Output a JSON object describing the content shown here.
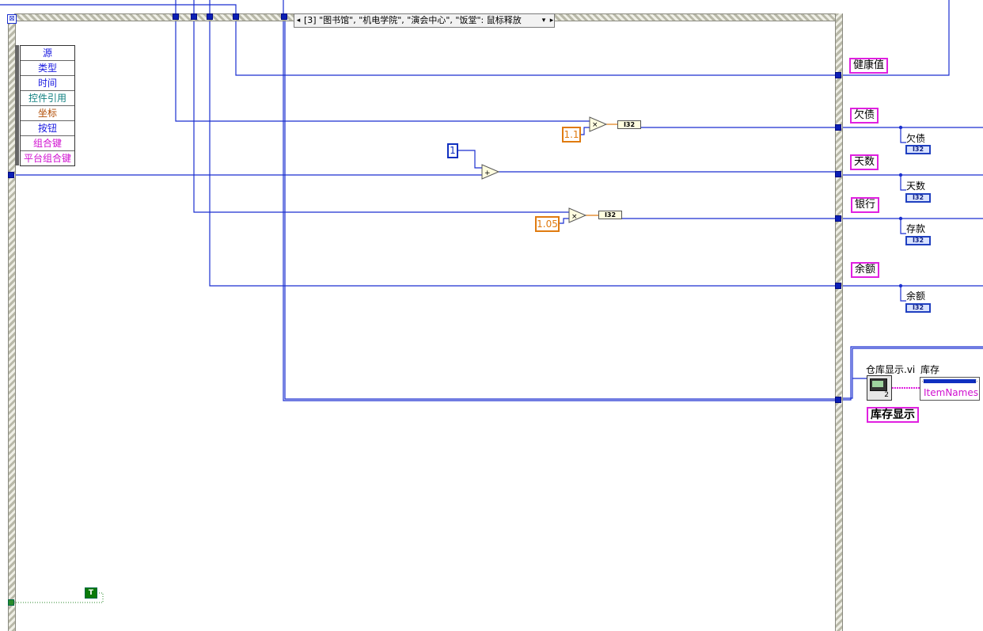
{
  "case_selector": {
    "text": "[3] \"图书馆\", \"机电学院\", \"演会中心\", \"饭堂\": 鼠标释放",
    "left_arrow_icon": "left-arrow-icon",
    "right_arrow_icon": "right-arrow-icon",
    "dropdown_icon": "dropdown-icon"
  },
  "unbundle": {
    "items": [
      {
        "label": "源",
        "color": "#1a1ae0"
      },
      {
        "label": "类型",
        "color": "#1a1ae0"
      },
      {
        "label": "时间",
        "color": "#1a1ae0"
      },
      {
        "label": "控件引用",
        "color": "#108080"
      },
      {
        "label": "坐标",
        "color": "#b04a00"
      },
      {
        "label": "按钮",
        "color": "#1a1ae0"
      },
      {
        "label": "组合键",
        "color": "#d010d0"
      },
      {
        "label": "平台组合键",
        "color": "#d010d0"
      }
    ]
  },
  "constants": {
    "multiplier_debt": "1.1",
    "add_one": "1",
    "multiplier_deposit": "1.05"
  },
  "converters": {
    "debt": "I32",
    "deposit": "I32"
  },
  "labels": {
    "health": "健康值",
    "debt": "欠债",
    "days": "天数",
    "bank": "银行",
    "balance": "余额",
    "inventory_display": "库存显示"
  },
  "field_names": {
    "debt": "欠债",
    "days": "天数",
    "deposit": "存款",
    "balance": "余额",
    "subvi": "仓库显示.vi",
    "inventory": "库存"
  },
  "indicators": {
    "debt": "I32",
    "days": "I32",
    "deposit": "I32",
    "balance": "I32"
  },
  "subvi_terminal": "2",
  "itemnames_label": "ItemNames",
  "bool_constant": "T",
  "colors": {
    "wire_blue": "#1a2fd0",
    "wire_orange": "#e07b10",
    "wire_pink": "#e020e0",
    "wire_green": "#2a8a2a",
    "label_border": "#e020e0"
  }
}
